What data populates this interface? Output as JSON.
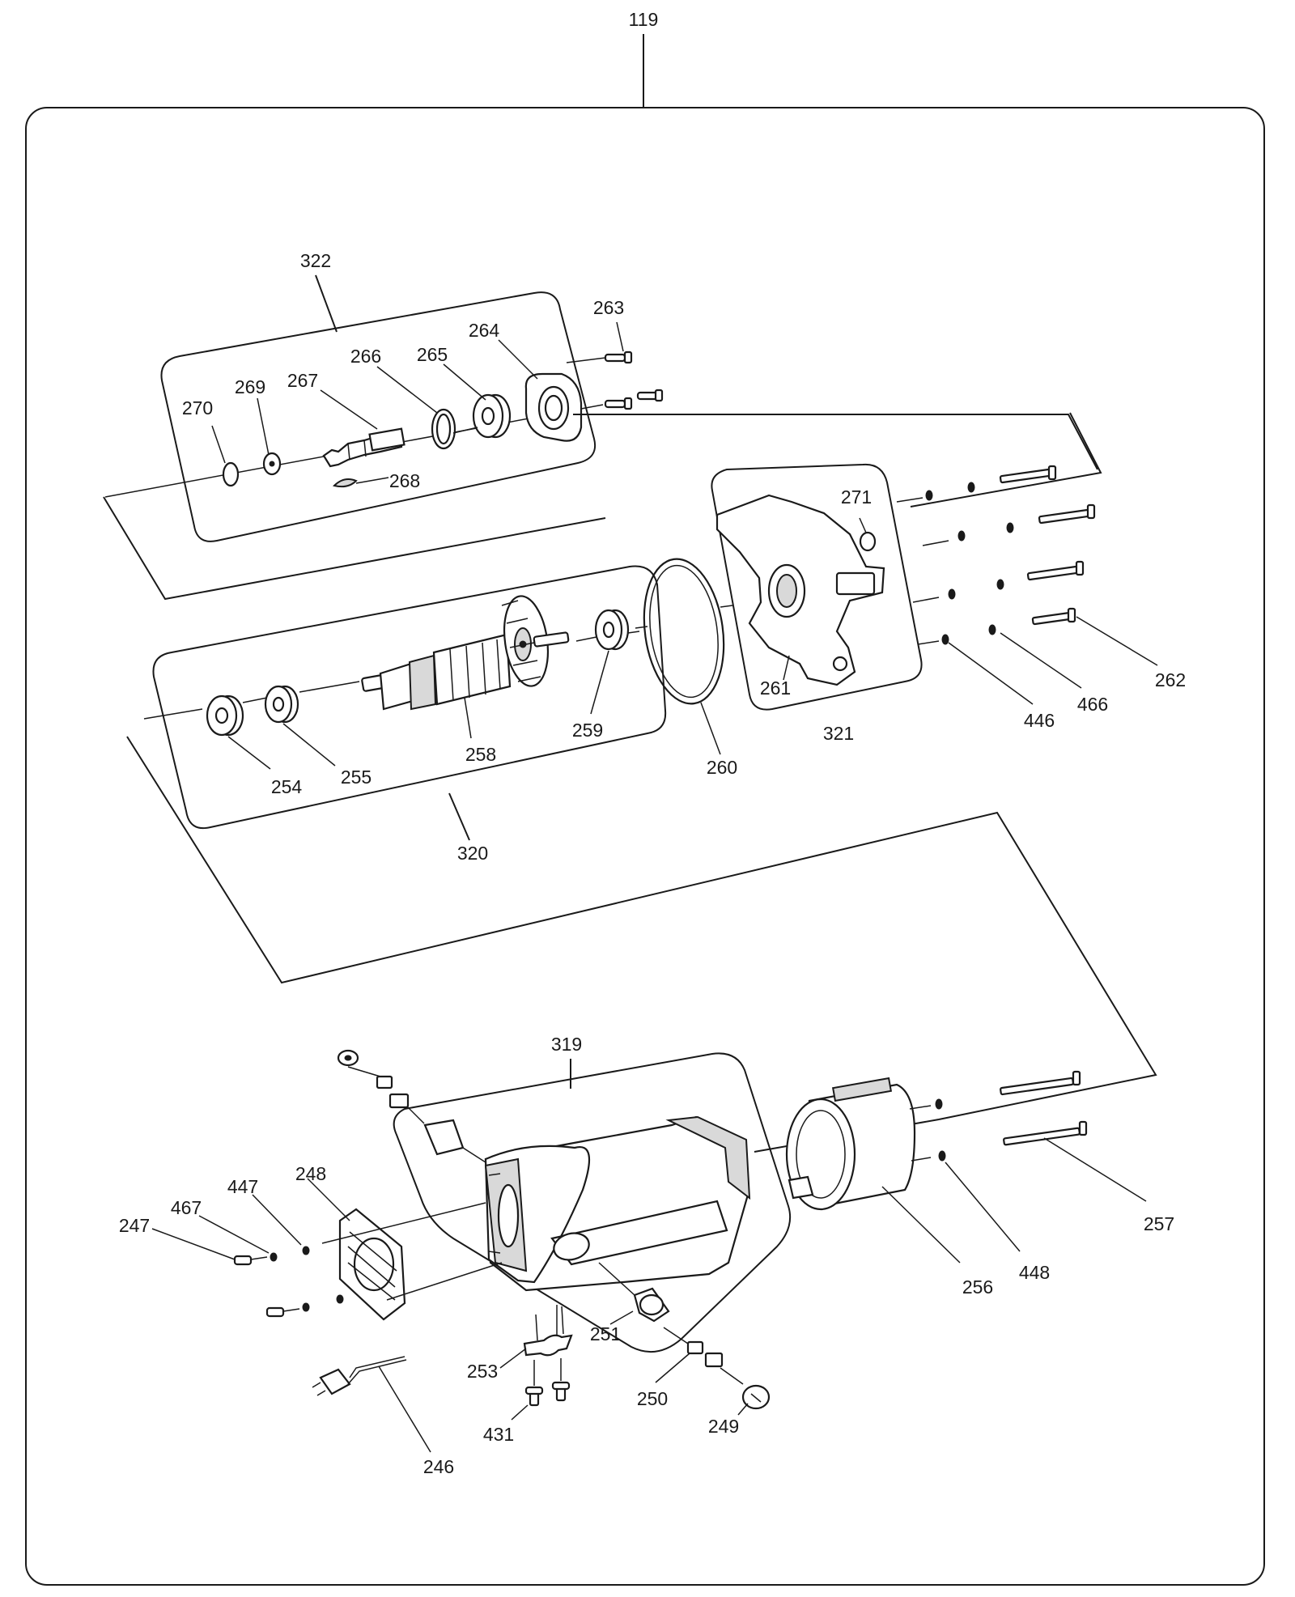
{
  "diagram": {
    "labels": {
      "l119": "119",
      "l322": "322",
      "l263": "263",
      "l264": "264",
      "l265": "265",
      "l266": "266",
      "l267": "267",
      "l268": "268",
      "l269": "269",
      "l270": "270",
      "l271": "271",
      "l262": "262",
      "l466": "466",
      "l446": "446",
      "l321": "321",
      "l261": "261",
      "l260": "260",
      "l259": "259",
      "l258": "258",
      "l255": "255",
      "l254": "254",
      "l320": "320",
      "l319": "319",
      "l257": "257",
      "l256": "256",
      "l448": "448",
      "l248": "248",
      "l447": "447",
      "l467": "467",
      "l247": "247",
      "l251": "251",
      "l253": "253",
      "l250": "250",
      "l249": "249",
      "l431": "431",
      "l246": "246"
    }
  }
}
